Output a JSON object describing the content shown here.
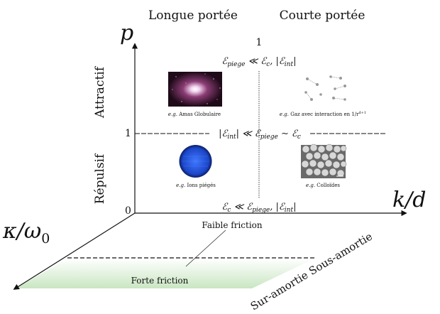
{
  "headers": {
    "long_range": "Longue portée",
    "short_range": "Courte portée"
  },
  "axes": {
    "p_label": "p",
    "kd_label": "k/d",
    "kappa_label": "κ/ω",
    "kappa_subscript": "0",
    "tick_one_top": "1",
    "tick_one_mid": "1",
    "tick_zero": "0"
  },
  "side_labels": {
    "attractive": "Attractif",
    "repulsive": "Répulsif"
  },
  "conditions": {
    "top": "ℰ",
    "top_sub": "piege",
    "top_rest": " ≪ ℰ",
    "top_sub2": "c",
    "top_tail": ", |ℰ",
    "top_sub3": "int",
    "top_end": "|",
    "middle": "|ℰ",
    "middle_sub": "int",
    "middle_rest": "| ≪ ℰ",
    "middle_sub2": "piege",
    "middle_tail": " ∼ ℰ",
    "middle_sub3": "c",
    "bottom": "ℰ",
    "bottom_sub": "c",
    "bottom_rest": " ≪ ℰ",
    "bottom_sub2": "piege",
    "bottom_tail": ", |ℰ",
    "bottom_sub3": "int",
    "bottom_end": "|"
  },
  "examples": {
    "globular_prefix": "e.g.",
    "globular": " Amas Globulaire",
    "gas_prefix": "e.g.",
    "gas": " Gaz avec interaction en 1/r",
    "gas_exp": "d+1",
    "ions_prefix": "e.g.",
    "ions": " Ions piégés",
    "colloids_prefix": "e.g.",
    "colloids": " Colloïdes"
  },
  "floor": {
    "weak_friction": "Faible friction",
    "strong_friction": "Forte friction",
    "diagonal": "Sur-amortie Sous-amortie"
  },
  "colors": {
    "floor_green": "#d8ecd4",
    "globular_bg": "#2a1020",
    "ions_blue": "#1f4fd6",
    "colloid_grey": "#9a9a9a"
  }
}
